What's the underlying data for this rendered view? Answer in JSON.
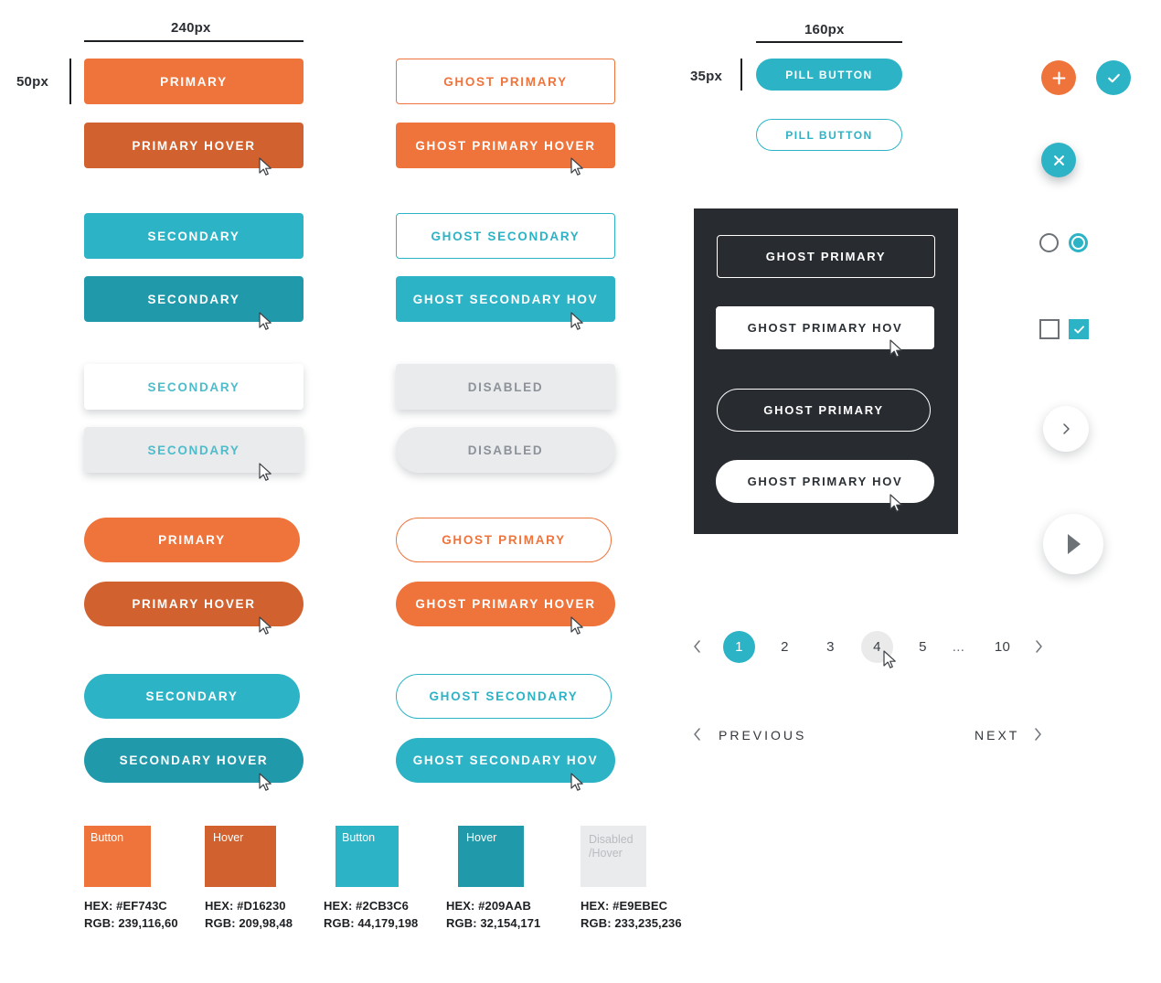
{
  "measurements": {
    "width_label": "240px",
    "height_label": "50px",
    "pill_width_label": "160px",
    "pill_height_label": "35px"
  },
  "columns": {
    "solid": {
      "rect_buttons": [
        {
          "label": "PRIMARY",
          "state": "default"
        },
        {
          "label": "PRIMARY HOVER",
          "state": "hover"
        },
        {
          "label": "SECONDARY",
          "state": "default"
        },
        {
          "label": "SECONDARY",
          "state": "hover"
        },
        {
          "label": "SECONDARY",
          "state": "elevated"
        },
        {
          "label": "SECONDARY",
          "state": "elevated-hover"
        }
      ],
      "pill_buttons": [
        {
          "label": "PRIMARY",
          "state": "default"
        },
        {
          "label": "PRIMARY HOVER",
          "state": "hover"
        },
        {
          "label": "SECONDARY",
          "state": "default"
        },
        {
          "label": "SECONDARY HOVER",
          "state": "hover"
        }
      ]
    },
    "ghost": {
      "rect_buttons": [
        {
          "label": "GHOST PRIMARY",
          "state": "default"
        },
        {
          "label": "GHOST PRIMARY HOVER",
          "state": "hover"
        },
        {
          "label": "GHOST SECONDARY",
          "state": "default"
        },
        {
          "label": "GHOST SECONDARY HOV",
          "state": "hover"
        },
        {
          "label": "DISABLED",
          "state": "disabled"
        },
        {
          "label": "DISABLED",
          "state": "disabled-pill"
        }
      ],
      "pill_buttons": [
        {
          "label": "GHOST PRIMARY",
          "state": "default"
        },
        {
          "label": "GHOST PRIMARY HOVER",
          "state": "hover"
        },
        {
          "label": "GHOST SECONDARY",
          "state": "default"
        },
        {
          "label": "GHOST SECONDARY HOV",
          "state": "hover"
        }
      ]
    }
  },
  "pill_samples": [
    {
      "label": "PILL BUTTON",
      "state": "filled"
    },
    {
      "label": "PILL BUTTON",
      "state": "ghost"
    }
  ],
  "dark_panel": {
    "buttons": [
      {
        "label": "GHOST PRIMARY",
        "shape": "rect",
        "state": "default"
      },
      {
        "label": "GHOST PRIMARY HOV",
        "shape": "rect",
        "state": "hover"
      },
      {
        "label": "GHOST PRIMARY",
        "shape": "pill",
        "state": "default"
      },
      {
        "label": "GHOST PRIMARY HOV",
        "shape": "pill",
        "state": "hover"
      }
    ],
    "background": "#282C31"
  },
  "icon_buttons": [
    {
      "icon": "plus-icon",
      "color": "#EF743C"
    },
    {
      "icon": "check-icon",
      "color": "#2CB3C6"
    },
    {
      "icon": "close-icon",
      "color": "#2CB3C6"
    }
  ],
  "toggles": {
    "radio_off": "radio-unchecked",
    "radio_on": "radio-checked",
    "checkbox_off": "checkbox-unchecked",
    "checkbox_on": "checkbox-checked"
  },
  "round_nav": [
    {
      "icon": "chevron-right-icon"
    },
    {
      "icon": "play-icon"
    }
  ],
  "pagination": {
    "prev_icon": "chevron-left-icon",
    "next_icon": "chevron-right-icon",
    "pages": [
      {
        "label": "1",
        "state": "active"
      },
      {
        "label": "2",
        "state": "default"
      },
      {
        "label": "3",
        "state": "default"
      },
      {
        "label": "4",
        "state": "hover"
      },
      {
        "label": "5",
        "state": "default"
      },
      {
        "label": "...",
        "state": "ellipsis"
      },
      {
        "label": "10",
        "state": "default"
      }
    ]
  },
  "prev_next": {
    "previous_label": "PREVIOUS",
    "next_label": "NEXT",
    "prev_icon": "chevron-left-icon",
    "next_icon": "chevron-right-icon"
  },
  "swatches": [
    {
      "name": "Button",
      "hex": "HEX: #EF743C",
      "rgb": "RGB: 239,116,60",
      "color": "#EF743C",
      "text_color": "#ffffff"
    },
    {
      "name": "Hover",
      "hex": "HEX: #D16230",
      "rgb": "RGB: 209,98,48",
      "color": "#D16230",
      "text_color": "#ffffff"
    },
    {
      "name": "Button",
      "hex": "HEX: #2CB3C6",
      "rgb": "RGB: 44,179,198",
      "color": "#2CB3C6",
      "text_color": "#ffffff"
    },
    {
      "name": "Hover",
      "hex": "HEX: #209AAB",
      "rgb": "RGB: 32,154,171",
      "color": "#209AAB",
      "text_color": "#ffffff"
    },
    {
      "name": "Disabled\n/Hover",
      "hex": "HEX: #E9EBEC",
      "rgb": "RGB: 233,235,236",
      "color": "#E9EBEC",
      "text_color": "#b9bdc1"
    }
  ]
}
